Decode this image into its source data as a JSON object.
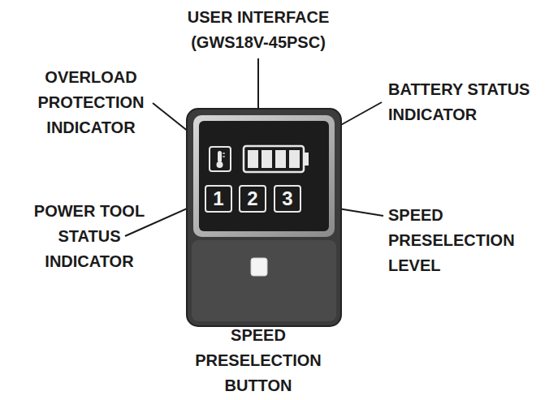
{
  "diagram": {
    "nodes": [
      {
        "text": [
          "1"
        ]
      },
      {
        "text": [
          "2"
        ]
      },
      {
        "text": [
          "3"
        ]
      }
    ],
    "labels": [
      "USER INTERFACE (GWS18V-45PSC)",
      "OVERLOAD PROTECTION INDICATOR",
      "BATTERY STATUS INDICATOR",
      "POWER TOOL STATUS INDICATOR",
      "SPEED PRESELECTION LEVEL",
      "SPEED PRESELECTION BUTTON"
    ]
  }
}
